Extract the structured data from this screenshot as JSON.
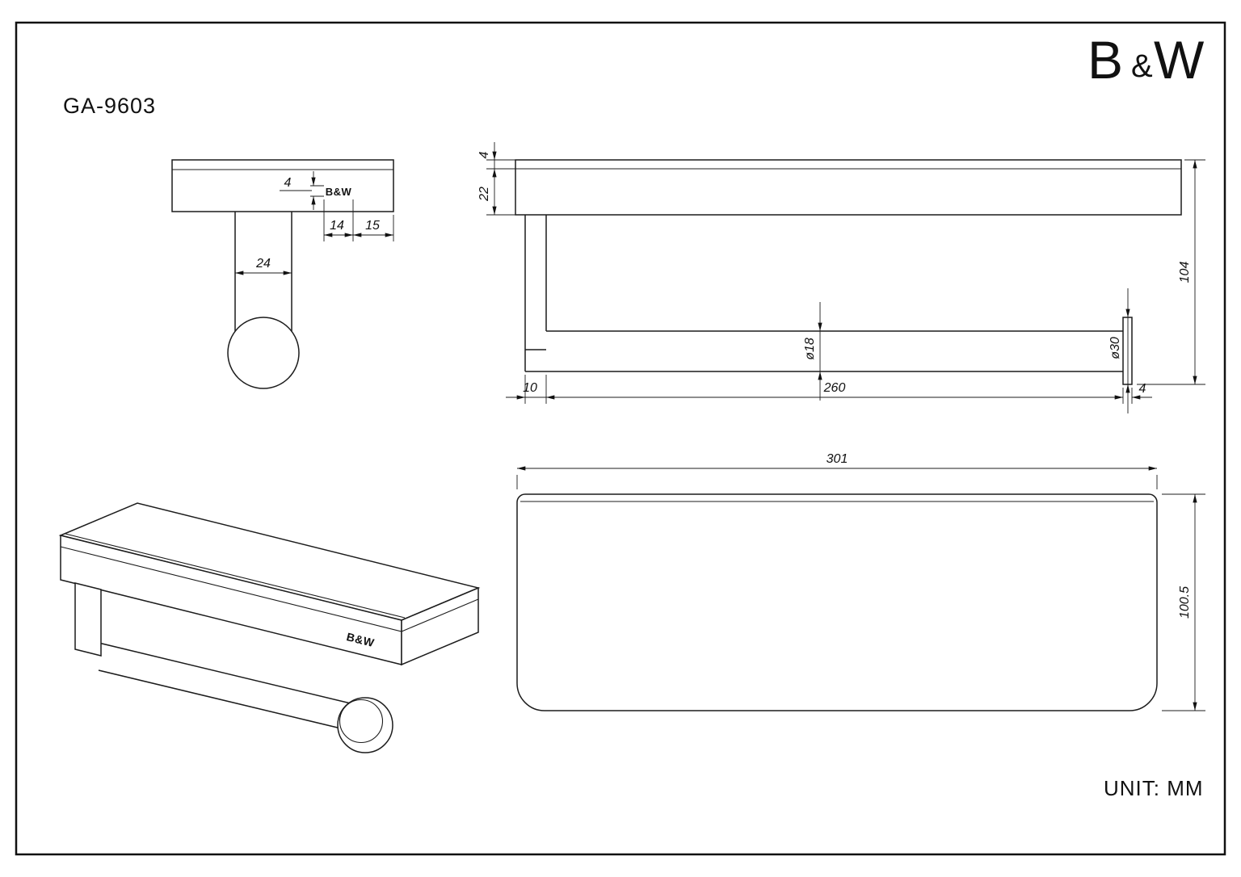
{
  "page": {
    "model": "GA-9603",
    "unit": "UNIT: MM",
    "brand": {
      "b": "B",
      "amp": "&",
      "w": "W"
    }
  },
  "end_view": {
    "logo": "B&W",
    "dim_4": "4",
    "dim_14": "14",
    "dim_15": "15",
    "dim_24": "24"
  },
  "front_view": {
    "dim_4_top": "4",
    "dim_22": "22",
    "dim_104": "104",
    "dim_d18": "ø18",
    "dim_d30": "ø30",
    "dim_10": "10",
    "dim_260": "260",
    "dim_4_right": "4"
  },
  "iso_view": {
    "logo": "B&W"
  },
  "top_view": {
    "dim_301": "301",
    "dim_100_5": "100.5"
  }
}
